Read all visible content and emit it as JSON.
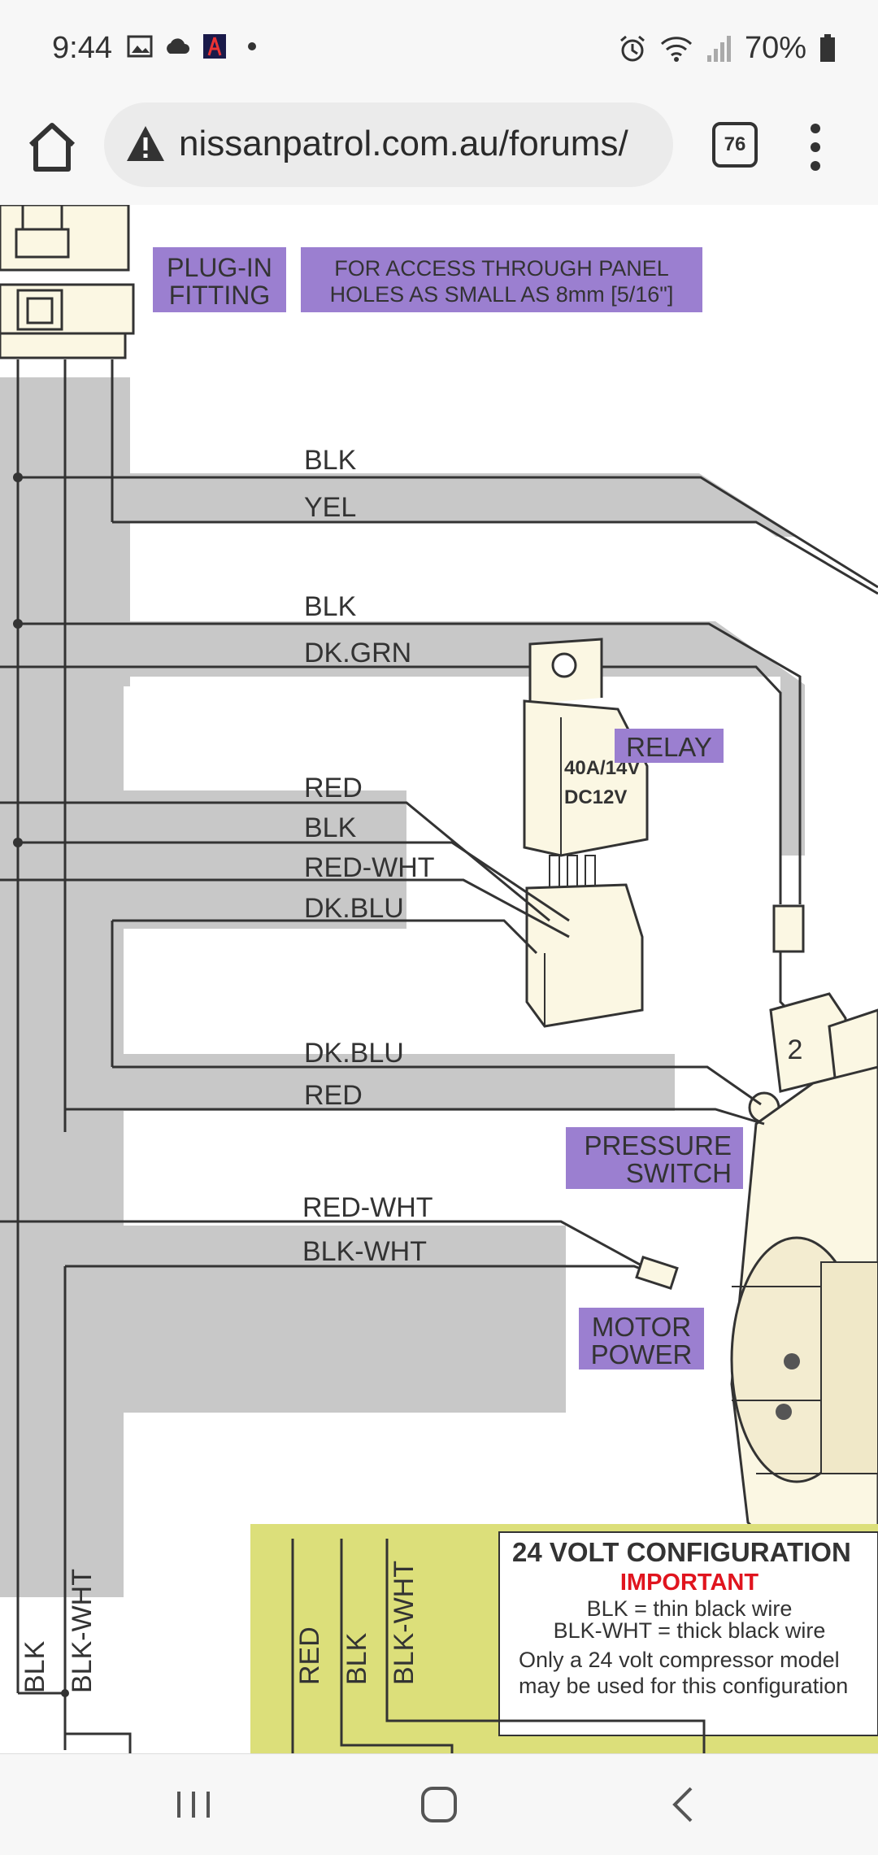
{
  "status_bar": {
    "time": "9:44",
    "left_icons": [
      "gallery-icon",
      "cloud-icon",
      "app-icon",
      "dot-icon"
    ],
    "battery": "70%",
    "right_icons": [
      "alarm-icon",
      "wifi-icon",
      "signal-icon",
      "battery-icon"
    ]
  },
  "browser": {
    "url": "nissanpatrol.com.au/forums/",
    "tab_count": "76",
    "icons": [
      "home-icon",
      "warning-icon",
      "tabs-icon",
      "overflow-menu-icon"
    ]
  },
  "diagram": {
    "callouts": {
      "plug_in": [
        "PLUG-IN",
        "FITTING"
      ],
      "access": [
        "FOR ACCESS THROUGH PANEL",
        "HOLES AS SMALL AS 8mm [5/16\"]"
      ],
      "relay": "RELAY",
      "pressure_switch": [
        "PRESSURE",
        "SWITCH"
      ],
      "motor_power": [
        "MOTOR",
        "POWER"
      ]
    },
    "relay_marking": [
      "40A/14V",
      "DC12V"
    ],
    "connector_number": "2",
    "wire_labels": {
      "g1_top": "BLK",
      "g1_bottom": "YEL",
      "g2_top": "BLK",
      "g2_bottom": "DK.GRN",
      "g3_a": "RED",
      "g3_b": "BLK",
      "g3_c": "RED-WHT",
      "g3_d": "DK.BLU",
      "g4_top": "DK.BLU",
      "g4_bottom": "RED",
      "g5_top": "RED-WHT",
      "g5_bottom": "BLK-WHT"
    },
    "vertical_labels": {
      "left_blk": "BLK",
      "left_blkwht": "BLK-WHT",
      "box_red": "RED",
      "box_blk": "BLK",
      "box_blkwht": "BLK-WHT"
    },
    "config_box": {
      "title": "24 VOLT CONFIGURATION",
      "important": "IMPORTANT",
      "lines": [
        "BLK = thin black wire",
        "BLK-WHT = thick black wire",
        "Only a 24 volt compressor model",
        "may be used for this configuration"
      ]
    },
    "colors": {
      "callout_bg": "#9b7fd0",
      "config_bg": "#dcdf7a",
      "band": "#c8c8c8",
      "connector": "#fbf7e3"
    }
  },
  "nav_bar": {
    "icons": [
      "recents-icon",
      "home-nav-icon",
      "back-icon"
    ]
  }
}
